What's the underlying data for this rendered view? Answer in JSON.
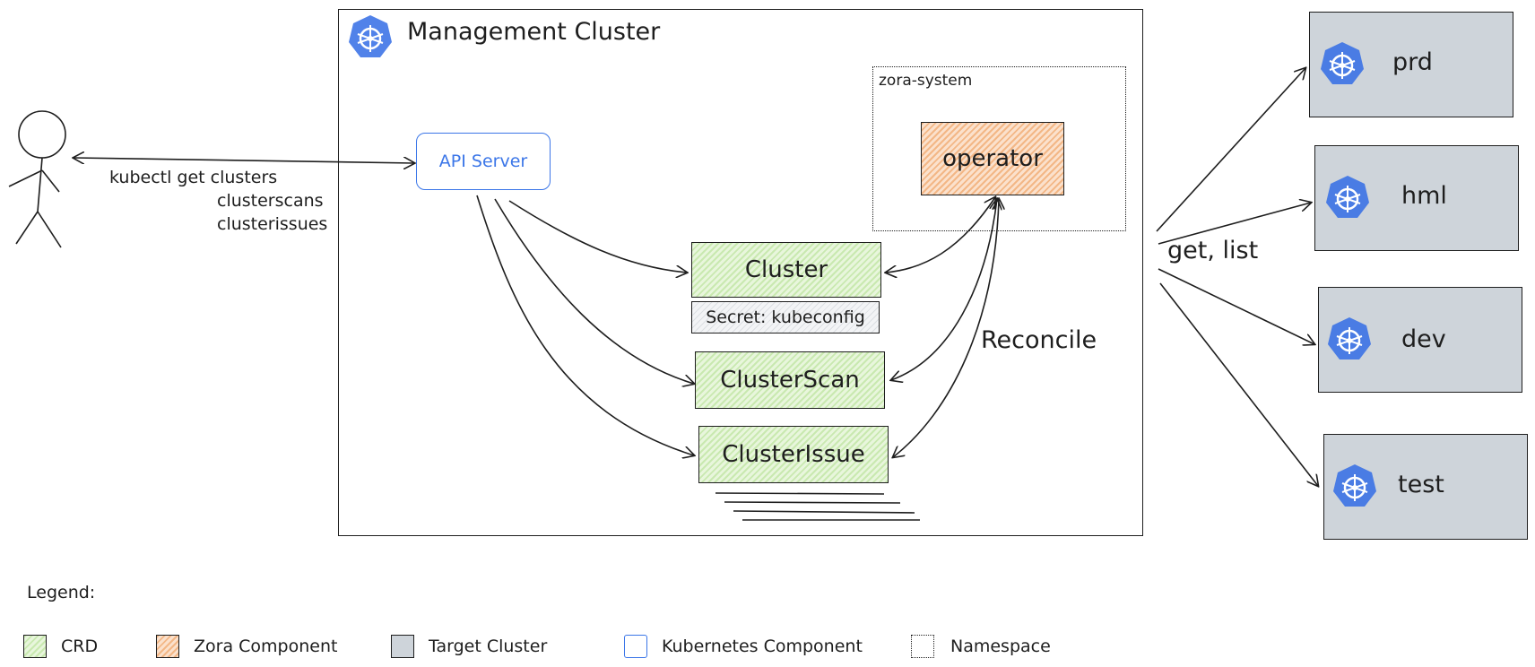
{
  "diagram": {
    "management_cluster": {
      "title": "Management Cluster"
    },
    "namespace": {
      "label": "zora-system"
    },
    "api_server": {
      "label": "API Server"
    },
    "operator": {
      "label": "operator"
    },
    "crds": {
      "cluster": "Cluster",
      "secret": "Secret: kubeconfig",
      "cluster_scan": "ClusterScan",
      "cluster_issue": "ClusterIssue"
    },
    "reconcile_label": "Reconcile",
    "kubectl": {
      "line1": "kubectl get clusters",
      "line2": "clusterscans",
      "line3": "clusterissues"
    },
    "get_list_label": "get, list",
    "targets": [
      "prd",
      "hml",
      "dev",
      "test"
    ]
  },
  "legend": {
    "title": "Legend:",
    "items": [
      {
        "label": "CRD",
        "style": "crd"
      },
      {
        "label": "Zora Component",
        "style": "zora"
      },
      {
        "label": "Target Cluster",
        "style": "target"
      },
      {
        "label": "Kubernetes Component",
        "style": "k8s"
      },
      {
        "label": "Namespace",
        "style": "namespace"
      }
    ]
  },
  "colors": {
    "crd_green": "#b2f2bb",
    "zora_orange": "#ffc9a0",
    "target_grey": "#ced4da",
    "kubernetes_blue": "#3b76e8",
    "k8s_logo_blue": "#326ce5"
  },
  "icons": [
    "kubernetes-logo-icon",
    "stick-figure-user-icon"
  ]
}
